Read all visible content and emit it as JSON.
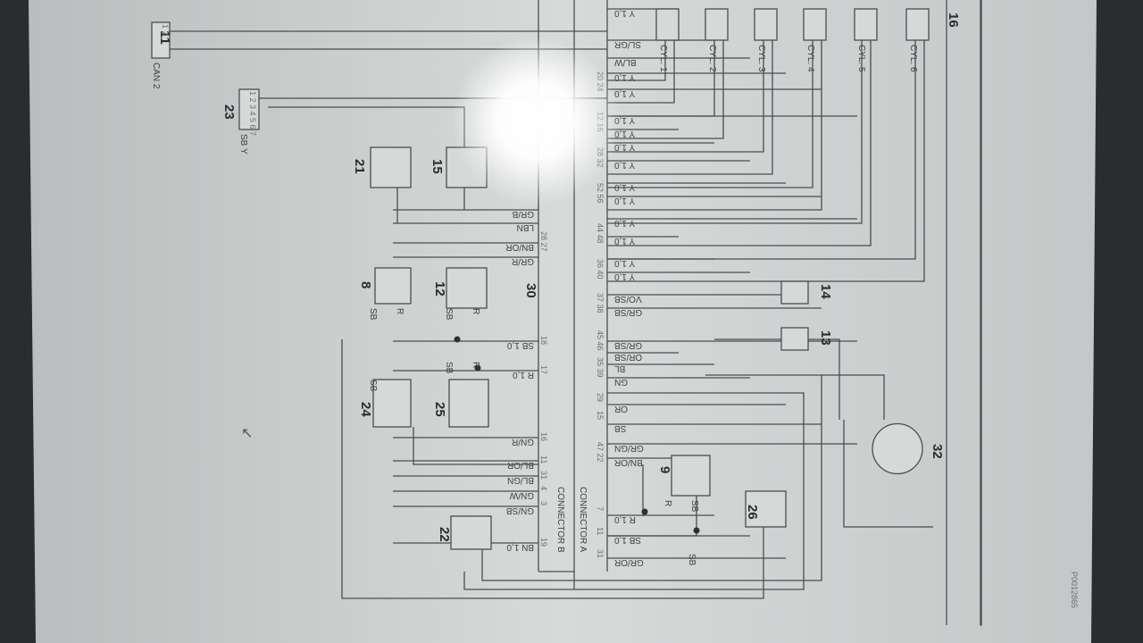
{
  "diagram": {
    "connectors": {
      "b": "CONNECTOR B",
      "a": "CONNECTOR A"
    },
    "components": [
      {
        "id": "11",
        "text": "CAN 2",
        "pins": "1 2"
      },
      {
        "id": "23",
        "text": "SB Y",
        "pins": "1 2 3 4 5 6 7"
      },
      {
        "id": "21"
      },
      {
        "id": "15"
      },
      {
        "id": "8"
      },
      {
        "id": "12"
      },
      {
        "id": "30"
      },
      {
        "id": "24"
      },
      {
        "id": "25"
      },
      {
        "id": "22"
      },
      {
        "id": "9"
      },
      {
        "id": "26"
      },
      {
        "id": "32"
      },
      {
        "id": "14"
      },
      {
        "id": "13"
      },
      {
        "id": "16"
      }
    ],
    "cylinders": [
      "CYL. 1",
      "CYL. 2",
      "CYL. 3",
      "CYL. 4",
      "CYL. 5",
      "CYL. 6"
    ],
    "wires_left": [
      "GR/B",
      "LBN",
      "BN/OR",
      "GR/R",
      "SB 1,0",
      "R 1,0",
      "GN/R",
      "BL/OR",
      "BL/GN",
      "GN/W",
      "GN/SB",
      "BN 1,0"
    ],
    "pins_left": [
      "28 27",
      "18",
      "17",
      "16",
      "11",
      "31",
      "4",
      "3",
      "19"
    ],
    "wires_right": [
      "Y 1,0",
      "SL/GR",
      "BL/W",
      "Y 1,0",
      "Y 1,0",
      "Y 1,0",
      "Y 1,0",
      "Y 1,0",
      "Y 1,0",
      "Y 1,0",
      "Y 1,0",
      "Y 1,0",
      "Y 1,0",
      "Y 1,0",
      "Y 1,0",
      "VO/SB",
      "GR/SB",
      "GR/SB",
      "OR/SB",
      "BL",
      "GN",
      "OR",
      "SB",
      "GR/GN",
      "BN/OR",
      "R 1,0",
      "SB 1,0",
      "GR/OR"
    ],
    "pins_right": [
      "20 24",
      "12 16",
      "28 32",
      "52 56",
      "44 48",
      "36 40",
      "37 38",
      "45 46",
      "35 39",
      "29",
      "15",
      "47 22",
      "7",
      "11",
      "31"
    ],
    "misc_labels": [
      "SB",
      "R",
      "SB",
      "SB",
      "R",
      "SB",
      "R",
      "SB",
      "R",
      "SB"
    ],
    "figure_code": "P0012865"
  }
}
